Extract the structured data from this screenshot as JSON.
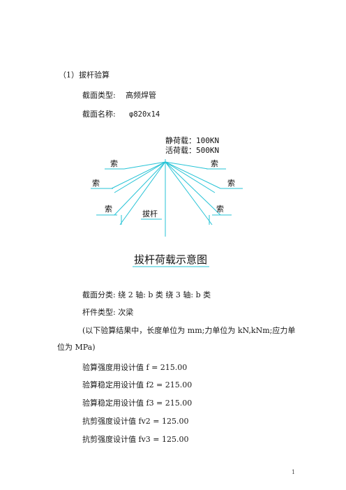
{
  "section_title": "（1）拔杆验算",
  "section_type": {
    "label": "截面类型:",
    "value": "高频焊管"
  },
  "section_name": {
    "label": "截面名称:",
    "value": "φ820x14"
  },
  "diagram": {
    "static_load": "静荷载：100KN",
    "live_load": "活荷载：500KN",
    "cable_label": "索",
    "mast_label": "拔杆",
    "title": "拔杆荷载示意图",
    "line_color": "#25c3d6"
  },
  "section_class": "截面分类:   绕 2 轴: b 类  绕 3 轴: b 类",
  "member_type": "杆件类型: 次梁",
  "note_line1": "(以下验算结果中，长度单位为 mm;力单位为 kN,kNm;应力单",
  "note_line2": "位为 MPa)",
  "values": [
    "验算强度用设计值   f = 215.00",
    "验算稳定用设计值 f2 = 215.00",
    "验算稳定用设计值 f3 = 215.00",
    "抗剪强度设计值   fv2 = 125.00",
    "抗剪强度设计值   fv3 = 125.00"
  ],
  "page_number": "1"
}
